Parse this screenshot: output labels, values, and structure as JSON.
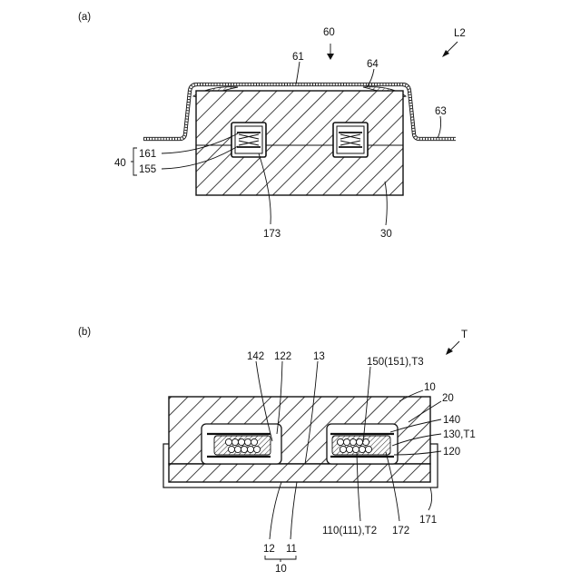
{
  "panel_a": {
    "panel_label": "(a)",
    "labels": {
      "l60": "60",
      "l61": "61",
      "l64": "64",
      "lL2": "L2",
      "l63": "63",
      "l40": "40",
      "l161": "161",
      "l155": "155",
      "l173": "173",
      "l30": "30"
    }
  },
  "panel_b": {
    "panel_label": "(b)",
    "labels": {
      "lT": "T",
      "l142": "142",
      "l122": "122",
      "l13": "13",
      "l150": "150(151),T3",
      "l10a": "10",
      "l20": "20",
      "l140": "140",
      "l130": "130,T1",
      "l120": "120",
      "l110": "110(111),T2",
      "l172": "172",
      "l171": "171",
      "l12": "12",
      "l11": "11",
      "l10b": "10"
    }
  }
}
